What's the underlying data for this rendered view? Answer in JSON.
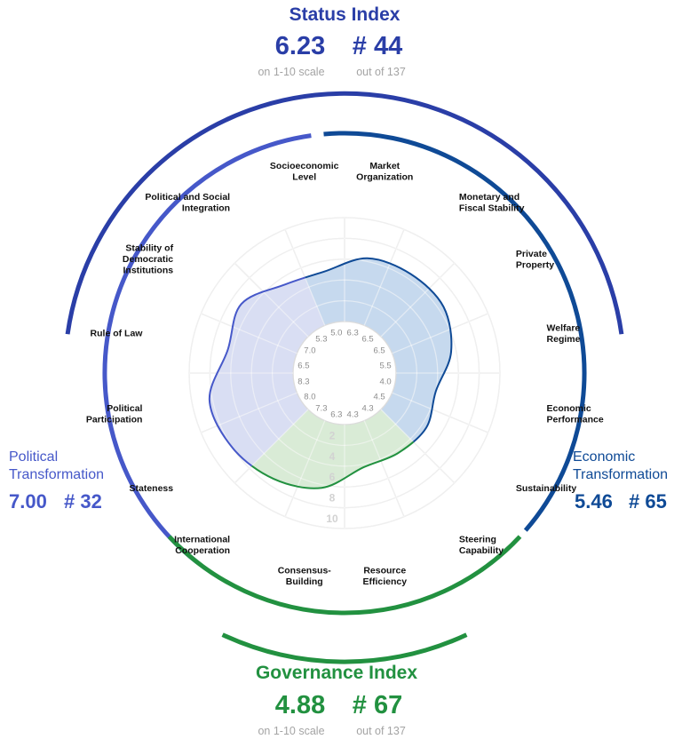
{
  "colors": {
    "status": "#2a3ea7",
    "political": "#4658c9",
    "economic": "#0f4a96",
    "governance": "#229140",
    "grid": "#dcdcdc",
    "muted": "#a4a4a4"
  },
  "status_index": {
    "title": "Status Index",
    "score": "6.23",
    "rank": "# 44",
    "scale_note": "on 1-10 scale",
    "out_of": "out of 137"
  },
  "political_transformation": {
    "title_line1": "Political",
    "title_line2": "Transformation",
    "score": "7.00",
    "rank": "# 32"
  },
  "economic_transformation": {
    "title_line1": "Economic",
    "title_line2": "Transformation",
    "score": "5.46",
    "rank": "# 65"
  },
  "governance_index": {
    "title": "Governance Index",
    "score": "4.88",
    "rank": "# 67",
    "scale_note": "on 1-10 scale",
    "out_of": "out of 137"
  },
  "chart_data": {
    "type": "radar",
    "scale_labels": [
      "2",
      "4",
      "6",
      "8",
      "10"
    ],
    "rlim": [
      0,
      10
    ],
    "criteria": [
      {
        "label_lines": [
          "Market",
          "Organization"
        ],
        "score": "6.3",
        "value": 6.3,
        "group": "economic"
      },
      {
        "label_lines": [
          "Monetary and",
          "Fiscal Stability"
        ],
        "score": "6.5",
        "value": 6.5,
        "group": "economic"
      },
      {
        "label_lines": [
          "Private",
          "Property"
        ],
        "score": "6.5",
        "value": 6.5,
        "group": "economic"
      },
      {
        "label_lines": [
          "Welfare",
          "Regime"
        ],
        "score": "5.5",
        "value": 5.5,
        "group": "economic"
      },
      {
        "label_lines": [
          "Economic",
          "Performance"
        ],
        "score": "4.0",
        "value": 4.0,
        "group": "economic"
      },
      {
        "label_lines": [
          "Sustainability"
        ],
        "score": "4.5",
        "value": 4.5,
        "group": "economic"
      },
      {
        "label_lines": [
          "Steering",
          "Capability"
        ],
        "score": "4.3",
        "value": 4.3,
        "group": "governance"
      },
      {
        "label_lines": [
          "Resource",
          "Efficiency"
        ],
        "score": "4.3",
        "value": 4.3,
        "group": "governance"
      },
      {
        "label_lines": [
          "Consensus-",
          "Building"
        ],
        "score": "6.3",
        "value": 6.3,
        "group": "governance"
      },
      {
        "label_lines": [
          "International",
          "Cooperation"
        ],
        "score": "7.3",
        "value": 7.3,
        "group": "governance"
      },
      {
        "label_lines": [
          "Stateness"
        ],
        "score": "8.0",
        "value": 8.0,
        "group": "political"
      },
      {
        "label_lines": [
          "Political",
          "Participation"
        ],
        "score": "8.3",
        "value": 8.3,
        "group": "political"
      },
      {
        "label_lines": [
          "Rule of Law"
        ],
        "score": "6.5",
        "value": 6.5,
        "group": "political"
      },
      {
        "label_lines": [
          "Stability of",
          "Democratic",
          "Institutions"
        ],
        "score": "7.0",
        "value": 7.0,
        "group": "political"
      },
      {
        "label_lines": [
          "Political and Social",
          "Integration"
        ],
        "score": "5.3",
        "value": 5.3,
        "group": "political"
      },
      {
        "label_lines": [
          "Socioeconomic",
          "Level"
        ],
        "score": "5.0",
        "value": 5.0,
        "group": "economic"
      }
    ]
  }
}
